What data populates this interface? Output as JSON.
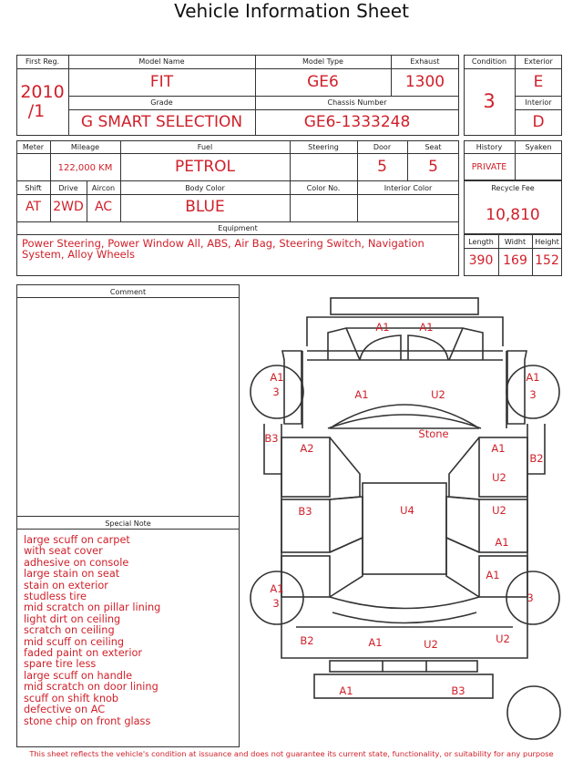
{
  "title": "Vehicle Information Sheet",
  "labels": {
    "first_reg": "First Reg.",
    "model_name": "Model Name",
    "model_type": "Model Type",
    "exhaust": "Exhaust",
    "grade": "Grade",
    "chassis": "Chassis Number",
    "condition": "Condition",
    "exterior": "Exterior",
    "interior": "Interior",
    "meter": "Meter",
    "mileage": "Mileage",
    "fuel": "Fuel",
    "steering": "Steering",
    "door": "Door",
    "seat": "Seat",
    "history": "History",
    "syaken": "Syaken",
    "shift": "Shift",
    "drive": "Drive",
    "aircon": "Aircon",
    "body_color": "Body Color",
    "color_no": "Color No.",
    "interior_color": "Interior Color",
    "recycle_fee": "Recycle Fee",
    "equipment": "Equipment",
    "length": "Length",
    "width": "Widht",
    "height": "Height",
    "comment": "Comment",
    "special_note": "Special Note"
  },
  "vehicle": {
    "first_reg_year": "2010",
    "first_reg_month": "/1",
    "model_name": "FIT",
    "model_type": "GE6",
    "exhaust": "1300",
    "grade": "G SMART SELECTION",
    "chassis": "GE6-1333248",
    "condition": "3",
    "exterior": "E",
    "interior": "D",
    "mileage": "122,000 KM",
    "fuel": "PETROL",
    "door": "5",
    "seat": "5",
    "history": "PRIVATE",
    "shift": "AT",
    "drive": "2WD",
    "aircon": "AC",
    "body_color": "BLUE",
    "recycle_fee": "10,810",
    "length": "390",
    "width": "169",
    "height": "152",
    "equipment": "Power Steering, Power Window  All, ABS, Air Bag, Steering Switch, Navigation System, Alloy Wheels"
  },
  "special_notes": [
    "large scuff on carpet",
    "with seat cover",
    "adhesive on console",
    "large stain on seat",
    "stain on exterior",
    "studless tire",
    "mid scratch on pillar lining",
    "light dirt on ceiling",
    "scratch on ceiling",
    "mid scuff on ceiling",
    "faded paint on exterior",
    "spare tire less",
    "large scuff on handle",
    "mid scratch on door lining",
    "scuff on shift knob",
    "defective on AC",
    "stone chip on front glass"
  ],
  "damage_marks": [
    "A1",
    "A1",
    "A1",
    "3",
    "A1",
    "3",
    "A1",
    "U2",
    "Stone",
    "B3",
    "A2",
    "A1",
    "B2",
    "U2",
    "B3",
    "U4",
    "U2",
    "A1",
    "A1",
    "A1",
    "3",
    "3",
    "B2",
    "A1",
    "U2",
    "U2",
    "A1",
    "B3"
  ],
  "footer": "This sheet reflects the vehicle's condition at issuance and does not guarantee its current state, functionality, or suitability for any purpose",
  "colors": {
    "value_red": "#d0202a",
    "line": "#333333"
  }
}
